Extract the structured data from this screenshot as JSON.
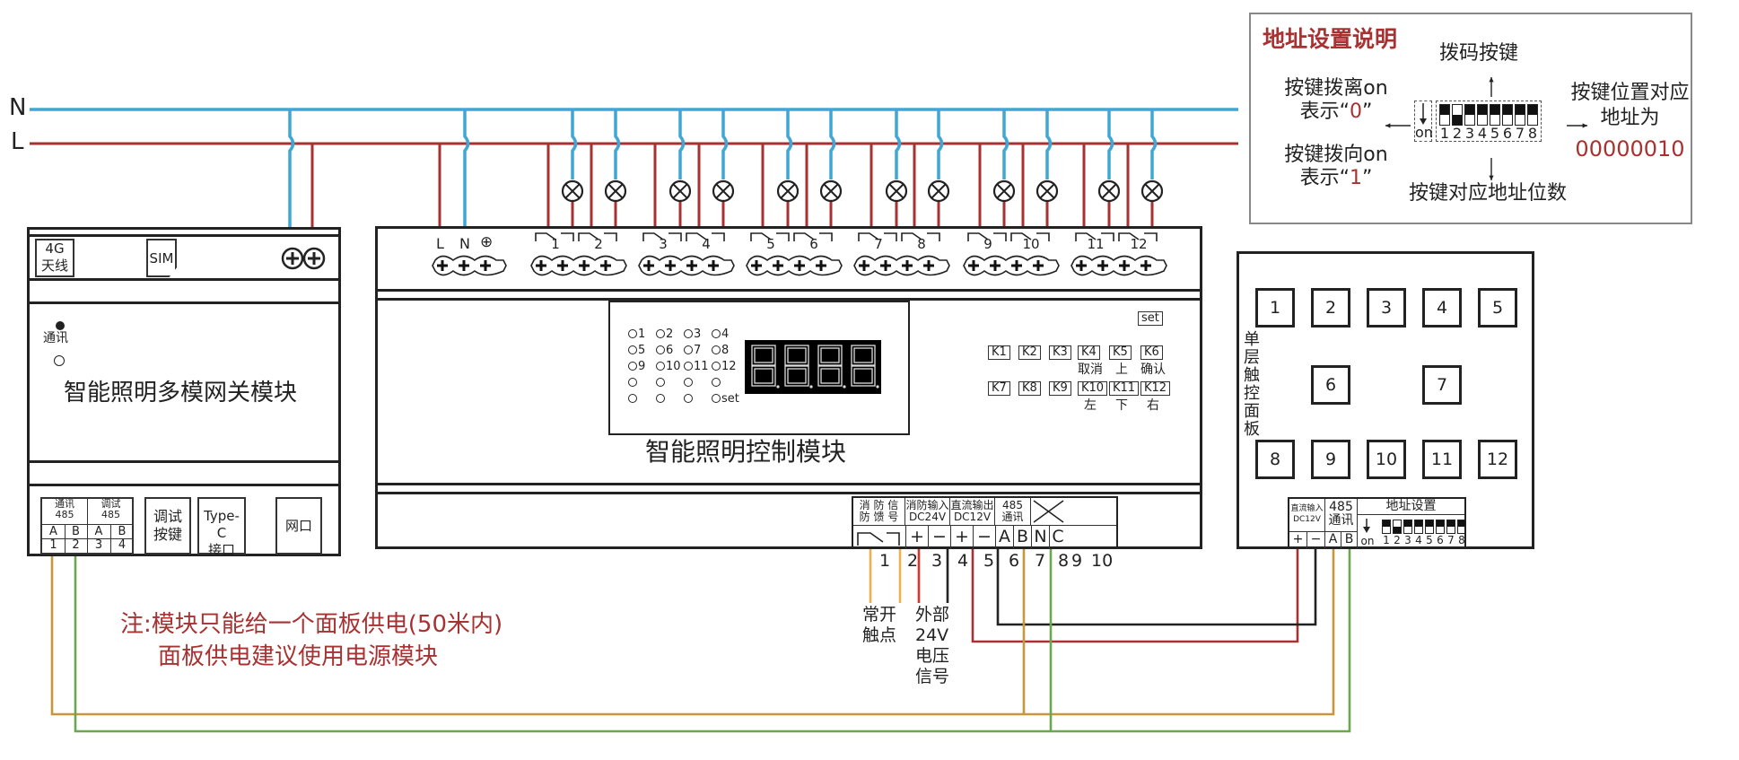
{
  "colors": {
    "neutral_line": "#3fa7d6",
    "live_line": "#a83232",
    "rs485_a": "#c8973d",
    "rs485_b": "#6aa84f",
    "dc_negative": "#222222",
    "fire_contact": "#f0b050",
    "dc24_plus": "#d9342b",
    "note_text": "#a83232"
  },
  "bus": {
    "neutral_label": "N",
    "live_label": "L"
  },
  "gateway": {
    "title": "智能照明多模网关模块",
    "antenna_label_1": "4G",
    "antenna_label_2": "天线",
    "sim_label": "SIM",
    "comm_led_label": "通讯",
    "ports": {
      "comm485_label": "通讯\n485",
      "comm485_a": "A",
      "comm485_b": "B",
      "comm485_a_num": "1",
      "comm485_b_num": "2",
      "debug485_label": "调试\n485",
      "debug485_a": "A",
      "debug485_b": "B",
      "debug485_a_num": "3",
      "debug485_b_num": "4",
      "debug_button": "调试\n按键",
      "typec": "Type-C\n接口",
      "ethernet": "网口"
    }
  },
  "controller": {
    "title": "智能照明控制模块",
    "power_terminals": [
      "L",
      "N",
      "⊕"
    ],
    "relay_channels": [
      "1",
      "2",
      "3",
      "4",
      "5",
      "6",
      "7",
      "8",
      "9",
      "10",
      "11",
      "12"
    ],
    "indicator_leds": [
      [
        "1",
        "2",
        "3",
        "4"
      ],
      [
        "5",
        "6",
        "7",
        "8"
      ],
      [
        "9",
        "10",
        "11",
        "12"
      ],
      [
        "",
        "",
        "",
        ""
      ],
      [
        "",
        "",
        "",
        "set"
      ]
    ],
    "display_digits": 4,
    "set_button": "set",
    "keys_row1": [
      "K1",
      "K2",
      "K3",
      "K4",
      "K5",
      "K6"
    ],
    "keys_row1_captions": [
      "",
      "",
      "",
      "取消",
      "上",
      "确认"
    ],
    "keys_row2": [
      "K7",
      "K8",
      "K9",
      "K10",
      "K11",
      "K12"
    ],
    "keys_row2_captions": [
      "",
      "",
      "",
      "左",
      "下",
      "右"
    ],
    "bottom_terminals": {
      "fire_feedback_label": "消 防 信\n防 馈 号",
      "fire_input_label": "消防输入\nDC24V",
      "dc_output_label": "直流输出\nDC12V",
      "rs485_label": "485\n通讯",
      "fire_input_plus": "+",
      "fire_input_minus": "−",
      "dc_output_plus": "+",
      "dc_output_minus": "−",
      "rs485_a": "A",
      "rs485_b": "B",
      "n": "N",
      "c": "C",
      "numbers": [
        "1",
        "2",
        "3",
        "4",
        "5",
        "6",
        "7",
        "8",
        "9",
        "10"
      ]
    },
    "captions": {
      "no_contact": "常开\n触点",
      "external_voltage": "外部\n24V\n电压\n信号"
    }
  },
  "panel": {
    "title": "单层触控面板",
    "buttons": [
      "1",
      "2",
      "3",
      "4",
      "5",
      "6",
      "7",
      "8",
      "9",
      "10",
      "11",
      "12"
    ],
    "dc_input_label": "直流输入\nDC12V",
    "rs485_label": "485\n通讯",
    "address_label": "地址设置",
    "plus": "+",
    "minus": "−",
    "a": "A",
    "b": "B",
    "on_label": "on",
    "dip_numbers": [
      "1",
      "2",
      "3",
      "4",
      "5",
      "6",
      "7",
      "8"
    ],
    "dip_states": [
      0,
      1,
      0,
      0,
      0,
      0,
      0,
      0
    ]
  },
  "legend": {
    "title": "地址设置说明",
    "dip_caption_top": "拨码按键",
    "off_line1": "按键拨离on",
    "off_line2_prefix": "表示“",
    "off_value": "0",
    "off_line2_suffix": "”",
    "on_line1": "按键拨向on",
    "on_line2_prefix": "表示“",
    "on_value": "1",
    "on_line2_suffix": "”",
    "result_line1": "按键位置对应",
    "result_line2": "地址为",
    "result_value": "00000010",
    "bits_caption": "按键对应地址位数",
    "on_label": "on",
    "dip_numbers": [
      "1",
      "2",
      "3",
      "4",
      "5",
      "6",
      "7",
      "8"
    ],
    "dip_states": [
      0,
      1,
      0,
      0,
      0,
      0,
      0,
      0
    ]
  },
  "note": {
    "line1": "注:模块只能给一个面板供电(50米内)",
    "line2": "面板供电建议使用电源模块"
  }
}
